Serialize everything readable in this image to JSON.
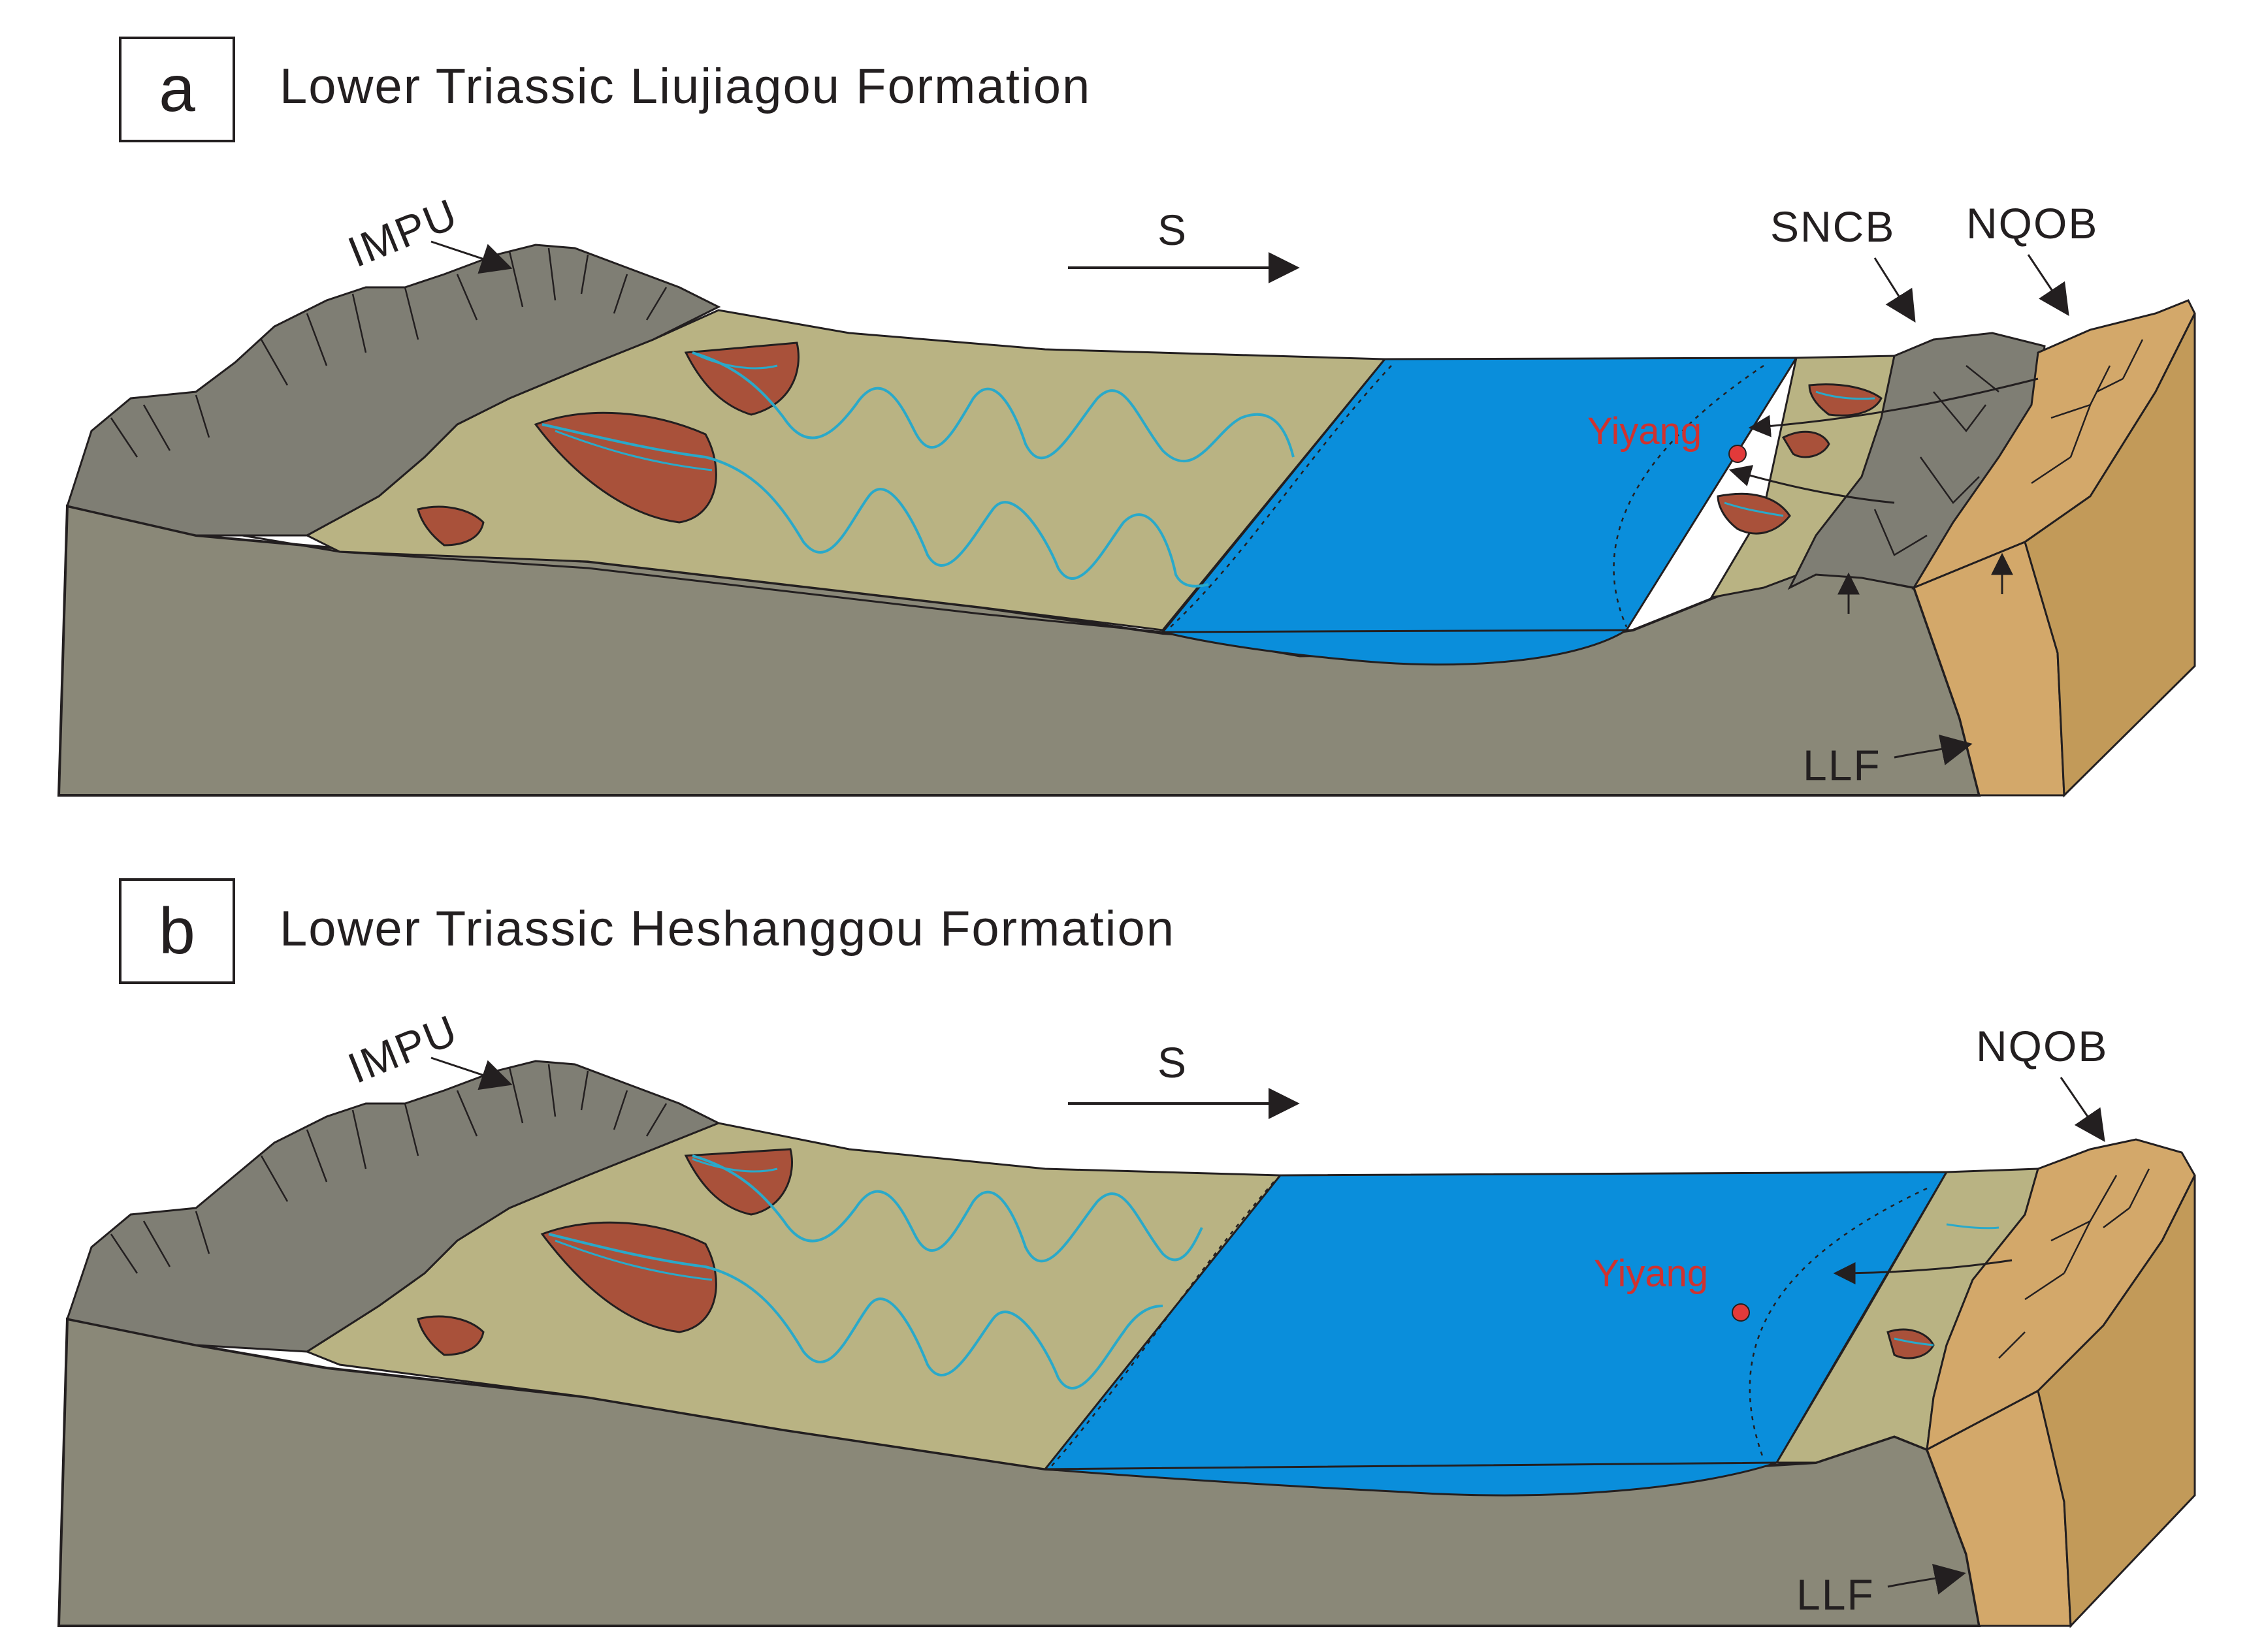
{
  "colors": {
    "basement": "#8a8878",
    "mountain": "#7f7e74",
    "plain": "#b9b383",
    "lake": "#0a8edb",
    "fan": "#a9513a",
    "river": "#2aa9c9",
    "orogen": "#d3a86a",
    "orogen_side": "#c29a59",
    "marker": "#e23a3a",
    "place_text": "#d0322f"
  },
  "panels": [
    {
      "letter": "a",
      "title": "Lower Triassic Liujiagou Formation",
      "labels": {
        "impu": "IMPU",
        "direction": "S",
        "sncb": "SNCB",
        "nqob": "NQOB",
        "llf": "LLF",
        "place": "Yiyang"
      }
    },
    {
      "letter": "b",
      "title": "Lower Triassic Heshanggou Formation",
      "labels": {
        "impu": "IMPU",
        "direction": "S",
        "nqob": "NQOB",
        "llf": "LLF",
        "place": "Yiyang"
      }
    }
  ]
}
